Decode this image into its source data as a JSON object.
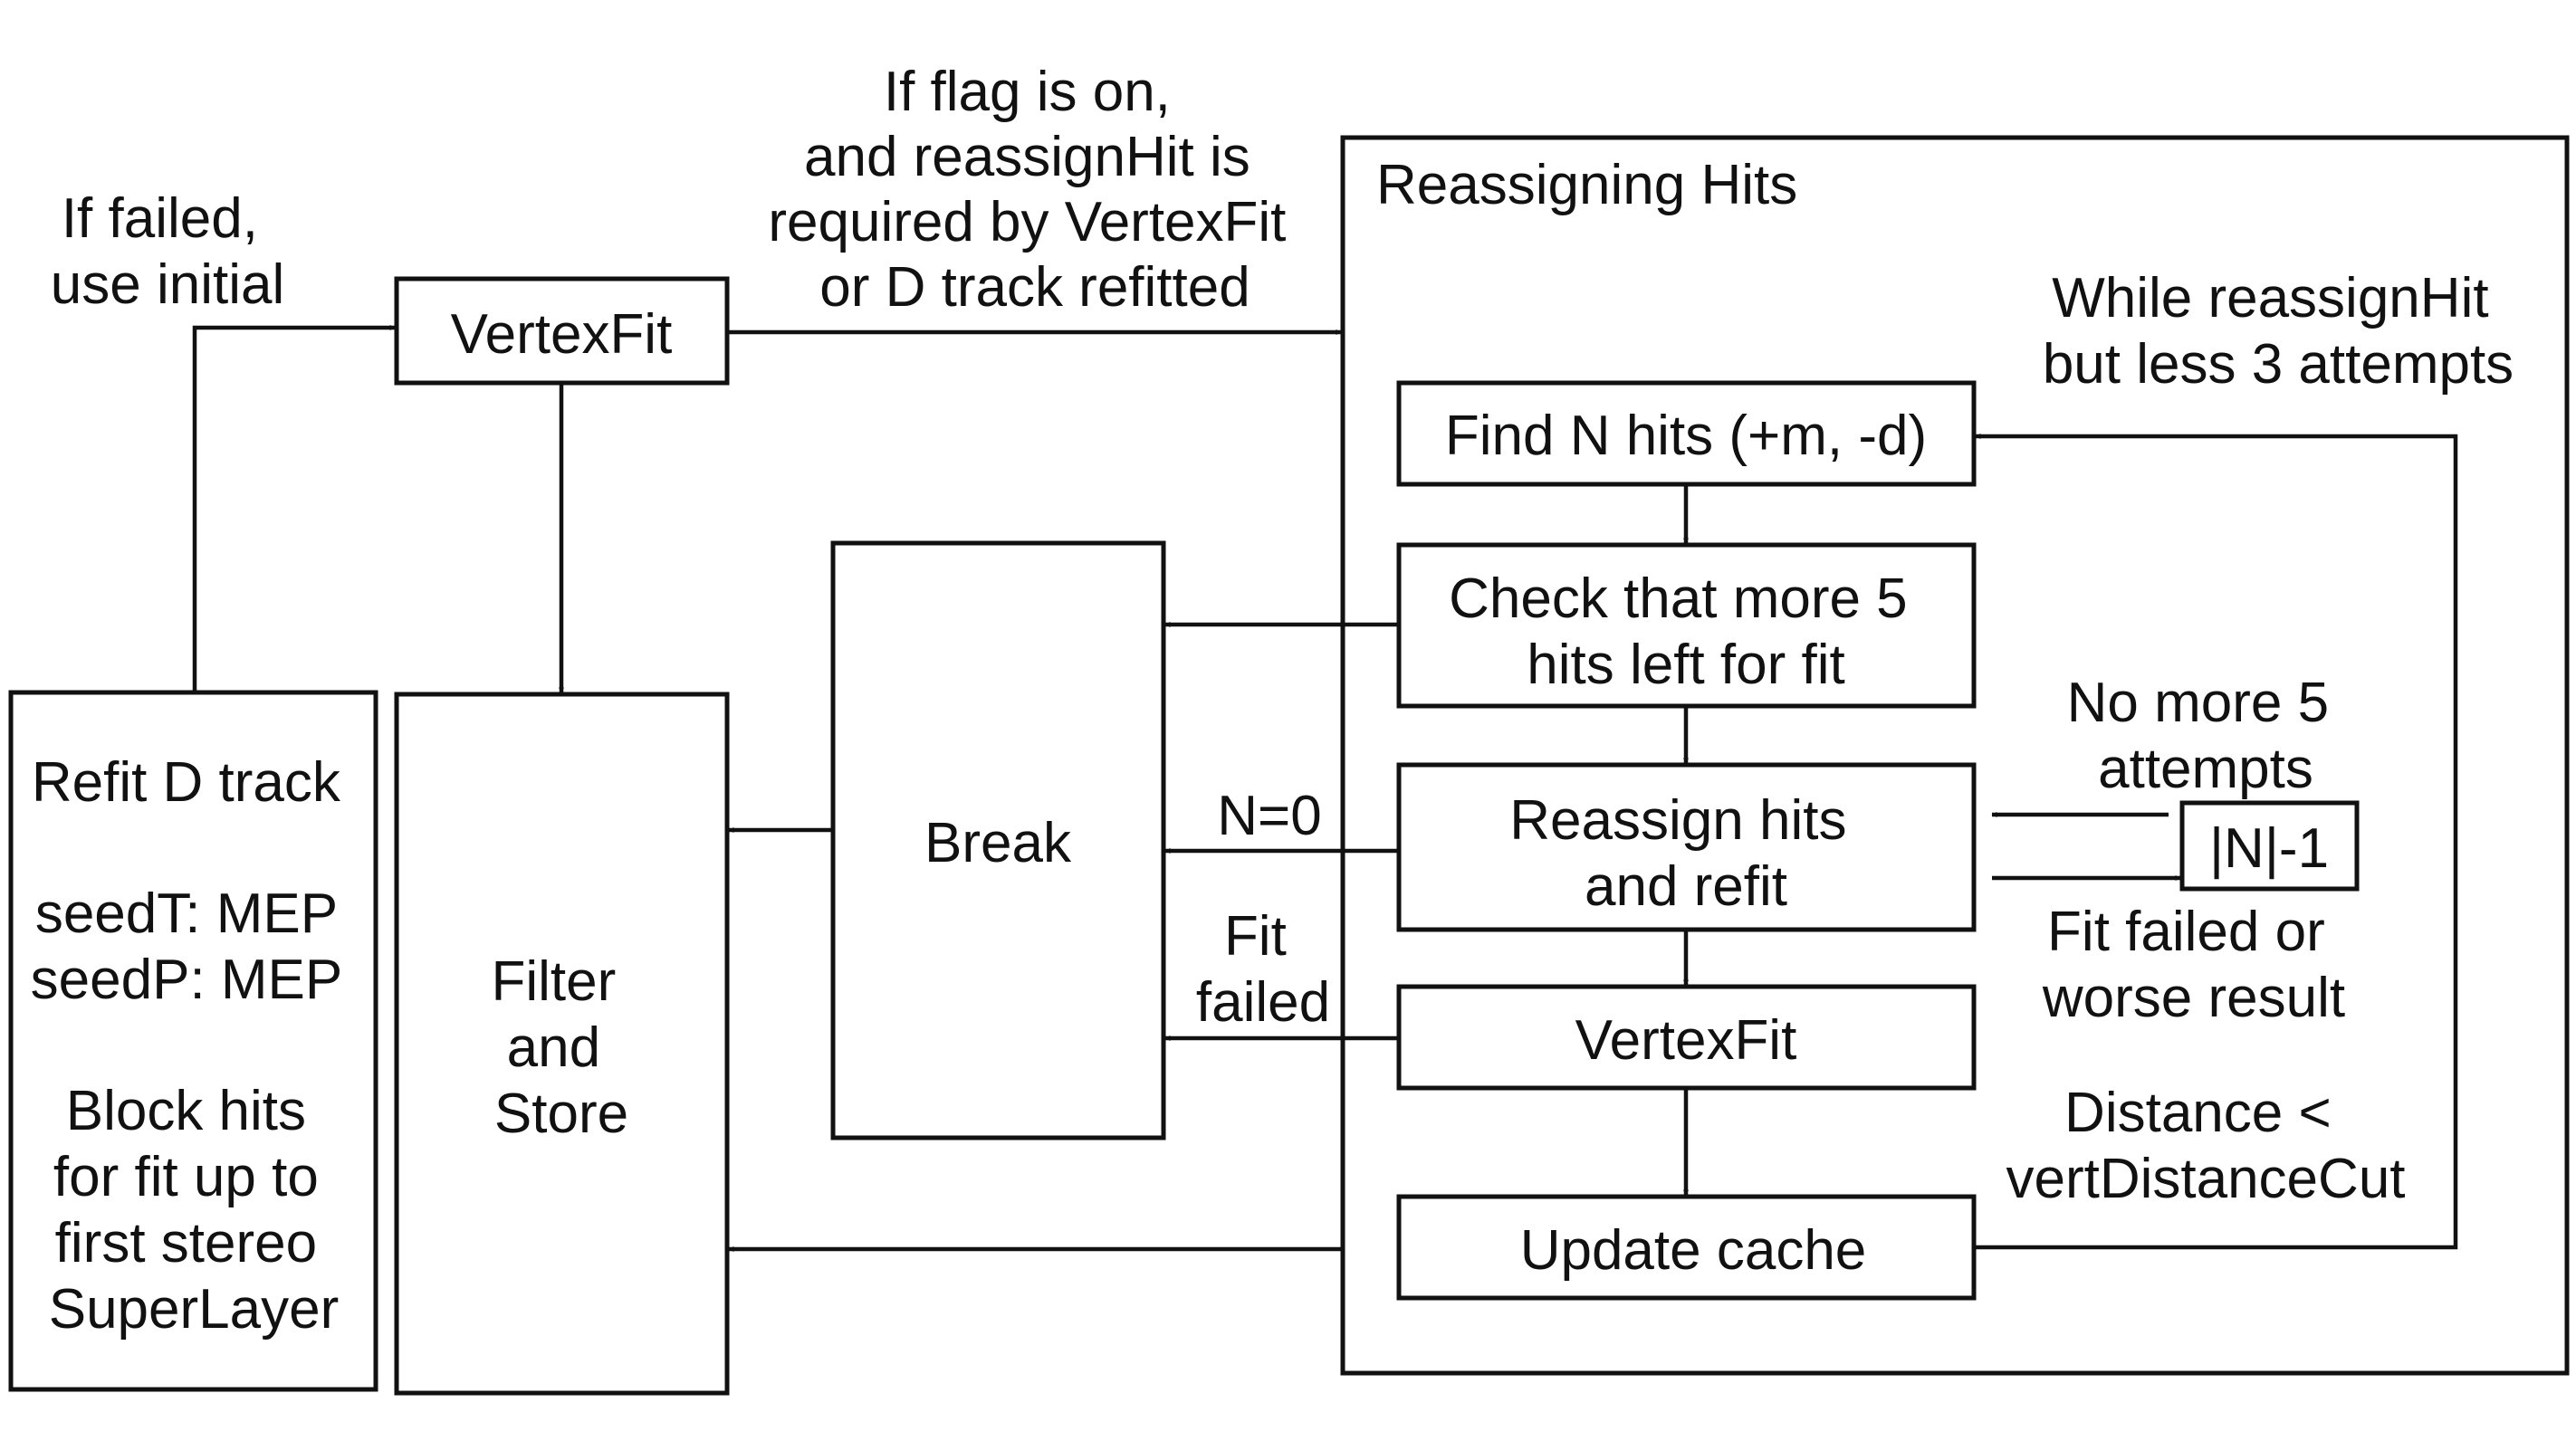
{
  "top_label_failed": [
    "If failed,",
    "use initial"
  ],
  "top_label_flag": [
    "If flag is on,",
    "and reassignHit is",
    "required by VertexFit",
    "or D track refitted"
  ],
  "vertexfit_top": "VertexFit",
  "refit_box": [
    "Refit D track",
    "",
    "seedT: MEP",
    "seedP: MEP",
    "",
    "Block hits",
    "for fit up to",
    "first stereo",
    "SuperLayer"
  ],
  "filter_box": [
    "Filter",
    "and",
    "Store"
  ],
  "break_box": "Break",
  "reassign_title": "Reassigning Hits",
  "while_label": [
    "While reassignHit",
    "but less 3 attempts"
  ],
  "find_hits": "Find N hits (+m, -d)",
  "check_hits": [
    "Check that more 5",
    "hits left for fit"
  ],
  "reassign_refit": [
    "Reassign hits",
    "and refit"
  ],
  "vertexfit_inner": "VertexFit",
  "update_cache": "Update cache",
  "n0_label": "N=0",
  "fit_failed_label": [
    "Fit",
    "failed"
  ],
  "no_more_label": [
    "No more 5",
    "attempts"
  ],
  "n_minus_label": "|N|-1",
  "fit_failed_worse": [
    "Fit failed or",
    "worse result"
  ],
  "distance_label": [
    "Distance <",
    "vertDistanceCut"
  ],
  "colors": {
    "stroke": "#111111",
    "background": "#ffffff"
  }
}
